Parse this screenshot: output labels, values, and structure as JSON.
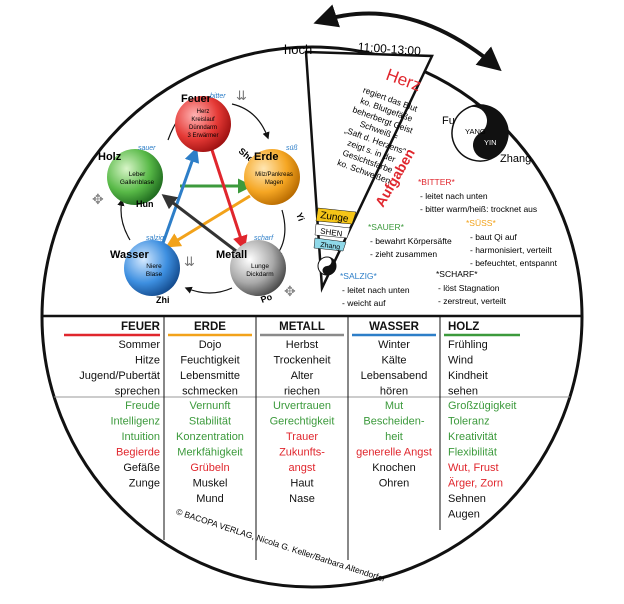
{
  "wheel": {
    "hoch": "hoch",
    "time": "11:00-13:00",
    "center": {
      "title": "Herz",
      "lines": [
        "regiert das Blut",
        "ko. Blutgefäße",
        "beherbergt Geist",
        "Schweiß =",
        "„Saft d. Herzens\"",
        "zeigt s. in der",
        "Gesichtsfarbe",
        "ko. Schweißen"
      ],
      "aufgaben": "Aufgaben"
    },
    "zunge": "Zunge",
    "shen": "SHEN",
    "zhang": "Zhang",
    "taiji": {
      "fu": "Fu",
      "yang": "YANG",
      "yin": "YIN",
      "zhang": "Zhang"
    },
    "tastes": {
      "bitter": {
        "title": "*BITTER*",
        "lines": [
          "- leitet nach unten",
          "- bitter warm/heiß: trocknet aus"
        ]
      },
      "sauer": {
        "title": "*SAUER*",
        "lines": [
          "- bewahrt Körpersäfte",
          "- zieht zusammen"
        ]
      },
      "suess": {
        "title": "*SÜSS*",
        "lines": [
          "- baut Qi auf",
          "- harmonisiert, verteilt",
          "- befeuchtet, entspannt"
        ]
      },
      "salzig": {
        "title": "*SALZIG*",
        "lines": [
          "- leitet nach unten",
          "- weicht auf"
        ]
      },
      "scharf": {
        "title": "*SCHARF*",
        "lines": [
          "- löst Stagnation",
          "- zerstreut, verteilt"
        ]
      }
    },
    "elements": {
      "feuer": {
        "name": "Feuer",
        "sub": "bitter",
        "organs": [
          "Herz",
          "Kreislauf",
          "Dünndarm",
          "3 Erwärmer"
        ],
        "spirit": "Shen"
      },
      "holz": {
        "name": "Holz",
        "sub": "sauer",
        "organs": [
          "Leber",
          "Gallenblase"
        ],
        "spirit": "Hun"
      },
      "erde": {
        "name": "Erde",
        "sub": "süß",
        "organs": [
          "Milz/Pankreas",
          "Magen"
        ],
        "spirit": "Yi"
      },
      "wasser": {
        "name": "Wasser",
        "sub": "salzig",
        "organs": [
          "Niere",
          "Blase"
        ],
        "spirit": "Zhi"
      },
      "metall": {
        "name": "Metall",
        "sub": "scharf",
        "organs": [
          "Lunge",
          "Dickdarm"
        ],
        "spirit": "Po"
      }
    },
    "copyright": "© BACOPA VERLAG, Nicola G. Keller/Barbara Altendorfer"
  },
  "table": {
    "columns": [
      {
        "header": "FEUER",
        "color": "#e0262d",
        "black": [
          "Sommer",
          "Hitze",
          "Jugend/Pubertät",
          "sprechen"
        ],
        "green": [
          "Freude",
          "Intelligenz",
          "Intuition"
        ],
        "red": [
          "Begierde"
        ],
        "tail": [
          "Gefäße",
          "Zunge"
        ]
      },
      {
        "header": "ERDE",
        "color": "#f2a21a",
        "black": [
          "Dojo",
          "Feuchtigkeit",
          "Lebensmitte",
          "schmecken"
        ],
        "green": [
          "Vernunft",
          "Stabilität",
          "Konzentration",
          "Merkfähigkeit"
        ],
        "red": [
          "Grübeln"
        ],
        "tail": [
          "Muskel",
          "Mund"
        ]
      },
      {
        "header": "METALL",
        "color": "#8a8a8a",
        "black": [
          "Herbst",
          "Trockenheit",
          "Alter",
          "riechen"
        ],
        "green": [
          "Urvertrauen",
          "Gerechtigkeit"
        ],
        "red": [
          "Trauer",
          "Zukunfts-",
          "angst"
        ],
        "tail": [
          "Haut",
          "Nase"
        ]
      },
      {
        "header": "WASSER",
        "color": "#2d7ec8",
        "black": [
          "Winter",
          "Kälte",
          "Lebensabend",
          "hören"
        ],
        "green": [
          "Mut",
          "Bescheiden-",
          "heit"
        ],
        "red": [
          "generelle Angst"
        ],
        "tail": [
          "Knochen",
          "Ohren"
        ]
      },
      {
        "header": "HOLZ",
        "color": "#3c9a3c",
        "black": [
          "Frühling",
          "Wind",
          "Kindheit",
          "sehen"
        ],
        "green": [
          "Großzügigkeit",
          "Toleranz",
          "Kreativität",
          "Flexibilität"
        ],
        "red": [
          "Wut, Frust",
          "Ärger, Zorn"
        ],
        "tail": [
          "Sehnen",
          "Augen"
        ]
      }
    ]
  }
}
